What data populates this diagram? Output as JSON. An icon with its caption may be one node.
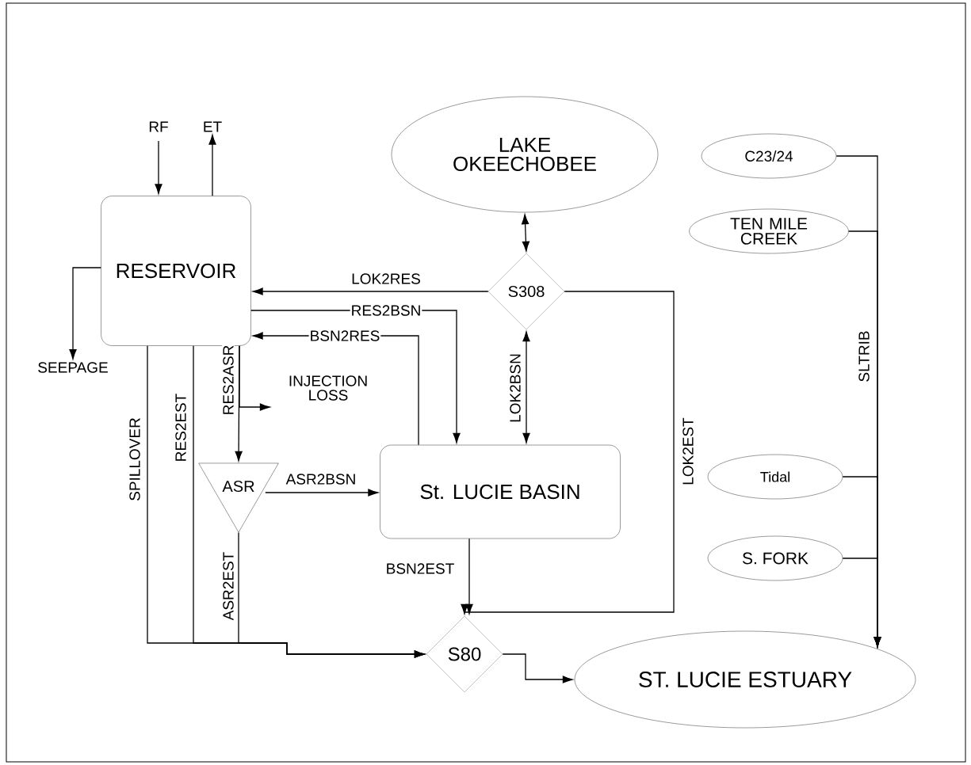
{
  "diagram": {
    "nodes": [
      {
        "text": [
          "RF"
        ]
      },
      {
        "text": [
          "ET"
        ]
      },
      {
        "text": [
          "RESERVOIR"
        ]
      },
      {
        "text": [
          "SEEPAGE"
        ]
      },
      {
        "text": [
          "LAKE OKEECHOBEE"
        ]
      },
      {
        "text": [
          "S308"
        ]
      },
      {
        "text": [
          "St. LUCIE  BASIN"
        ]
      },
      {
        "text": [
          "INJECTION LOSS"
        ]
      },
      {
        "text": [
          "ASR"
        ]
      },
      {
        "text": [
          "S80"
        ]
      },
      {
        "text": [
          "ST. LUCIE ESTUARY"
        ]
      },
      {
        "text": [
          "C23/24"
        ]
      },
      {
        "text": [
          "TEN MILE CREEK"
        ]
      },
      {
        "text": [
          "Tidal"
        ]
      },
      {
        "text": [
          "S. FORK"
        ]
      }
    ],
    "edges": [
      {
        "from": 0,
        "to": 2,
        "arrow": "to"
      },
      {
        "from": 2,
        "to": 1,
        "arrow": "to"
      },
      {
        "from": 2,
        "to": 3,
        "arrow": "to"
      },
      {
        "from": 4,
        "to": 5,
        "arrow": "both"
      },
      {
        "from": 5,
        "to": 2,
        "arrow": "to",
        "label": "LOK2RES"
      },
      {
        "from": 2,
        "to": 6,
        "arrow": "to",
        "label": "RES2BSN"
      },
      {
        "from": 6,
        "to": 2,
        "arrow": "to",
        "label": "BSN2RES"
      },
      {
        "from": 5,
        "to": 6,
        "arrow": "both",
        "label": "LOK2BSN"
      },
      {
        "from": 2,
        "to": 8,
        "arrow": "to",
        "label": "RES2ASR"
      },
      {
        "from": 2,
        "to": 7,
        "arrow": "to"
      },
      {
        "from": 8,
        "to": 6,
        "arrow": "to",
        "label": "ASR2BSN"
      },
      {
        "from": 2,
        "to": 9,
        "arrow": "to",
        "label": "SPILLOVER"
      },
      {
        "from": 2,
        "to": 9,
        "arrow": "to",
        "label": "RES2EST"
      },
      {
        "from": 8,
        "to": 9,
        "arrow": "to",
        "label": "ASR2EST"
      },
      {
        "from": 6,
        "to": 9,
        "arrow": "to",
        "label": "BSN2EST"
      },
      {
        "from": 5,
        "to": 9,
        "arrow": "to",
        "label": "LOK2EST"
      },
      {
        "from": 9,
        "to": 10,
        "arrow": "to"
      },
      {
        "from": 11,
        "to": 10,
        "arrow": "to",
        "label": "SLTRIB"
      },
      {
        "from": 12,
        "to": 10,
        "arrow": "to"
      },
      {
        "from": 13,
        "to": 10,
        "arrow": "to"
      },
      {
        "from": 14,
        "to": 10,
        "arrow": "to"
      }
    ]
  }
}
